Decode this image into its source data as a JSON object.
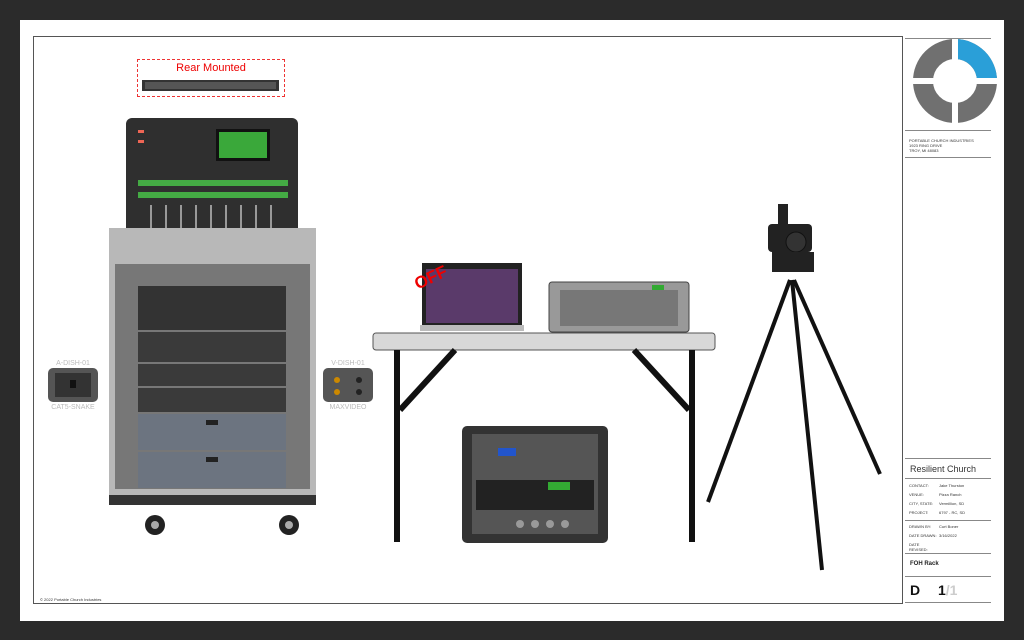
{
  "drawing": {
    "rear_label": "Rear Mounted",
    "off_label": "OFF",
    "left_panel": {
      "top": "A-DISH-01",
      "bottom": "CAT5-SNAKE"
    },
    "right_panel": {
      "top": "V-DISH-01",
      "bottom": "MAXVIDEO"
    },
    "copyright": "© 2022 Portable Church Industries"
  },
  "title_block": {
    "company": "PORTABLE CHURCH INDUSTRIES",
    "address1": "1923 RING DRIVE",
    "address2": "TROY, MI 48083",
    "client": "Resilient Church",
    "fields": [
      {
        "label": "CONTACT:",
        "value": "Jake Thurston"
      },
      {
        "label": "VENUE:",
        "value": "Pizza Ranch"
      },
      {
        "label": "CITY, STATE:",
        "value": "Vermillion, SD"
      },
      {
        "label": "PROJECT:",
        "value": "6797 - RC, SD"
      }
    ],
    "drawn": [
      {
        "label": "DRAWN BY:",
        "value": "Curt Boner"
      },
      {
        "label": "DATE DRAWN:",
        "value": "3/16/2022"
      },
      {
        "label": "DATE REVISED:",
        "value": ""
      }
    ],
    "sheet_title": "FOH Rack",
    "size": "D",
    "page": "1",
    "total": "/1"
  },
  "colors": {
    "logo_gray": "#707070",
    "logo_blue": "#2a9fd8",
    "frame": "#2b2b2b"
  }
}
